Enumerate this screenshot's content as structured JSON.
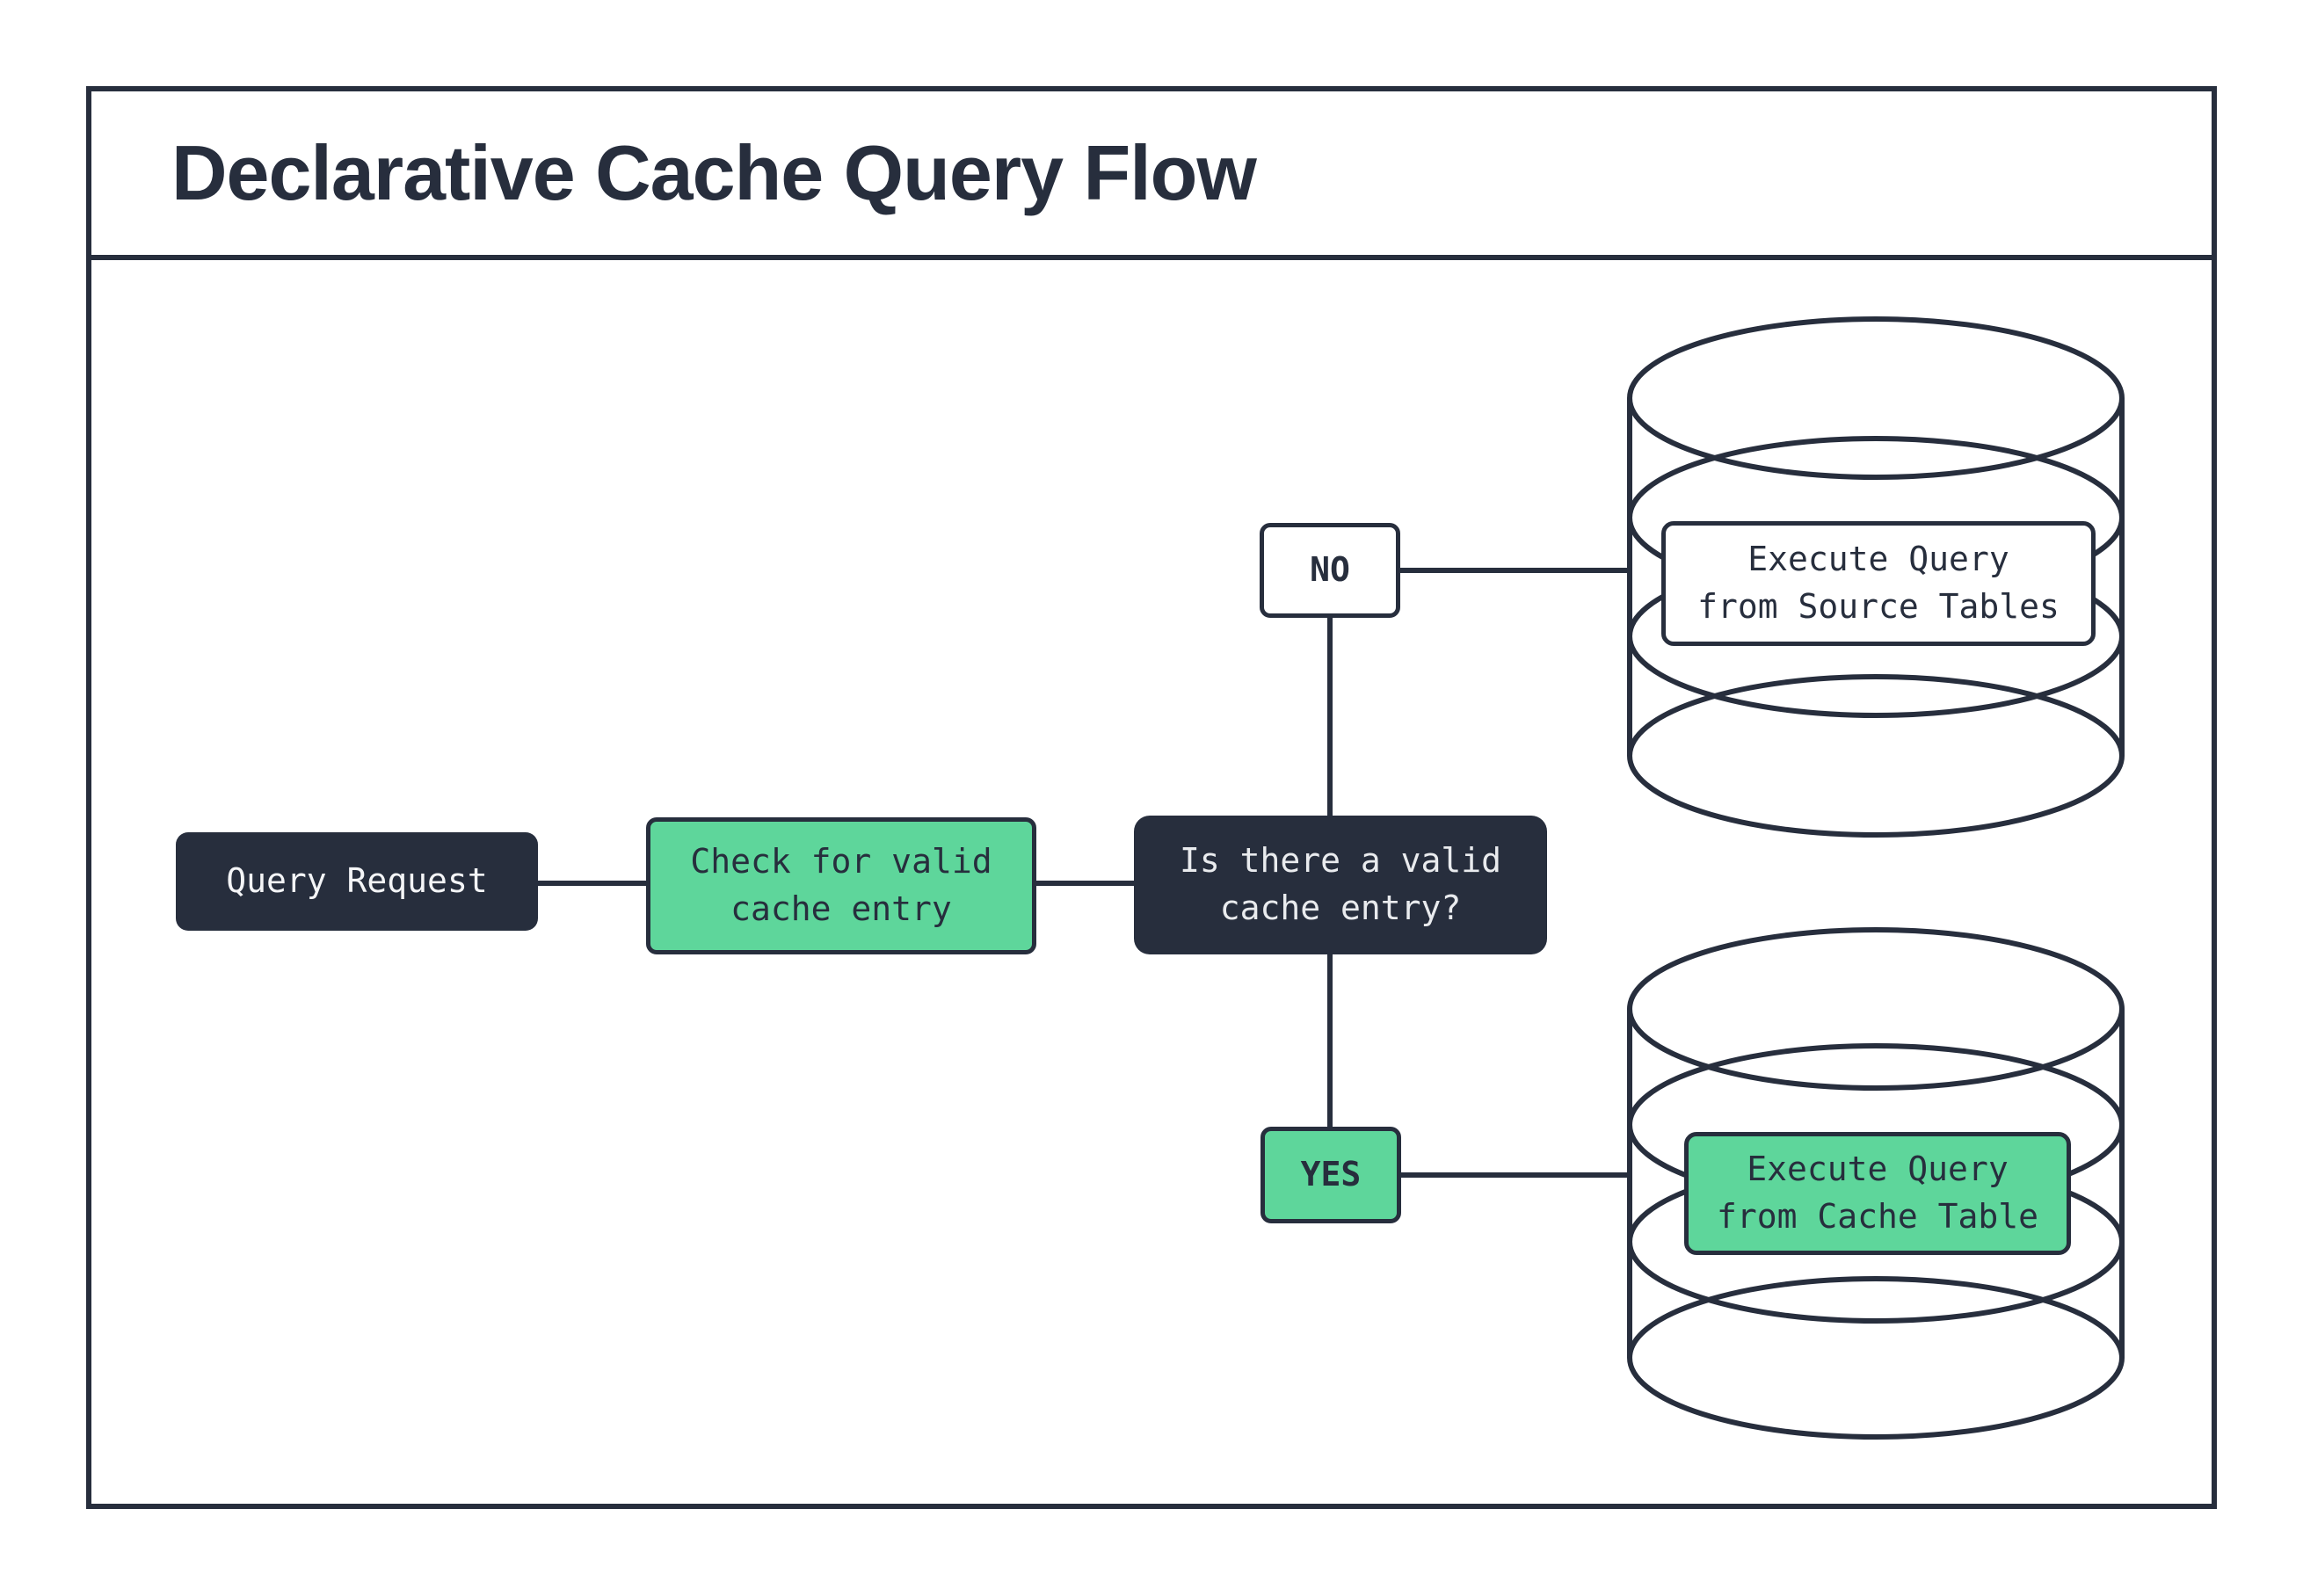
{
  "title": "Declarative Cache Query Flow",
  "colors": {
    "ink": "#272e3d",
    "green": "#5ed69b",
    "paper": "#ffffff",
    "light_text": "#e9ebee"
  },
  "nodes": {
    "query_request": {
      "label": "Query Request"
    },
    "check_cache": {
      "label": "Check for valid\ncache entry"
    },
    "decision": {
      "label": "Is there a valid\ncache entry?"
    },
    "branch_no": {
      "label": "NO"
    },
    "branch_yes": {
      "label": "YES"
    },
    "source_db": {
      "label": "Execute Query\nfrom Source Tables"
    },
    "cache_db": {
      "label": "Execute Query\nfrom Cache Table"
    }
  }
}
